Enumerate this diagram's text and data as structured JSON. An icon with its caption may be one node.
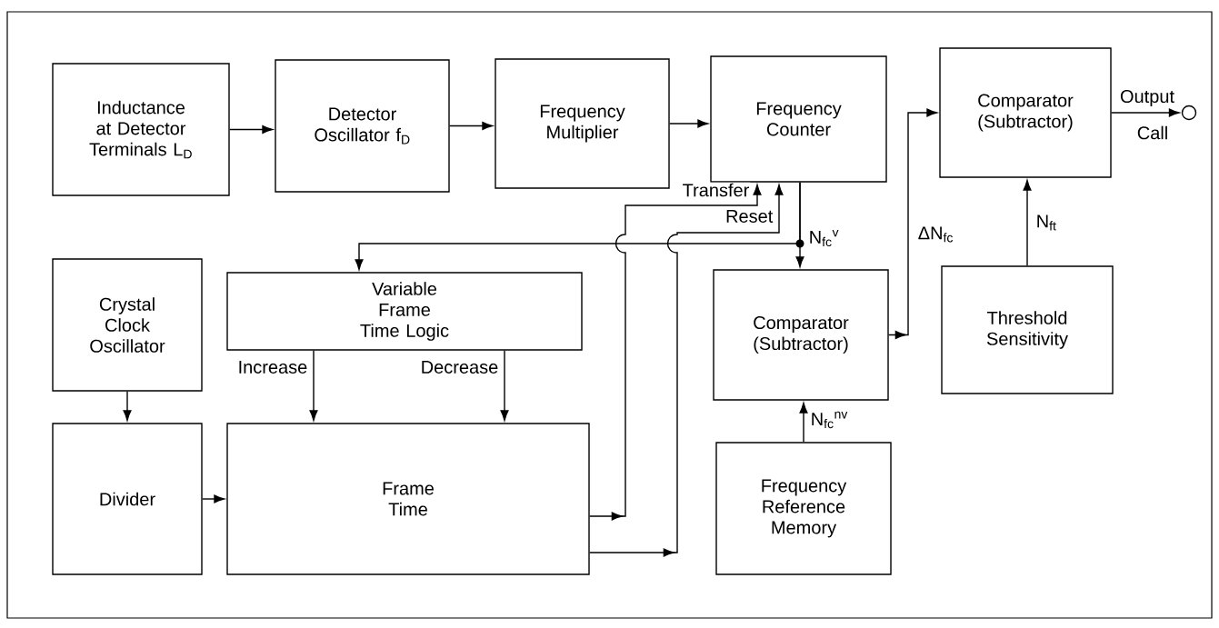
{
  "diagram": {
    "nodes": [
      {
        "text": [
          "Inductance at Detector Terminals L$_{D}$"
        ]
      },
      {
        "text": [
          "Detector Oscillator f$_{D}$"
        ]
      },
      {
        "text": [
          "Frequency Multiplier"
        ]
      },
      {
        "text": [
          "Frequency Counter"
        ]
      },
      {
        "text": [
          "Comparator (Subtractor)"
        ]
      },
      {
        "text": [
          "Crystal Clock Oscillator"
        ]
      },
      {
        "text": [
          "Variable Frame Time Logic"
        ]
      },
      {
        "text": [
          "Comparator (Subtractor)"
        ]
      },
      {
        "text": [
          "Threshold Sensitivity"
        ]
      },
      {
        "text": [
          "Divider"
        ]
      },
      {
        "text": [
          "Frame Time"
        ]
      },
      {
        "text": [
          "Frequency Reference Memory"
        ]
      },
      {
        "text": [],
        "shape": "circle"
      }
    ],
    "edges": [
      {
        "from": 0,
        "to": 1,
        "arrow": "to"
      },
      {
        "from": 1,
        "to": 2,
        "arrow": "to"
      },
      {
        "from": 2,
        "to": 3,
        "arrow": "to"
      },
      {
        "from": 3,
        "to": 7,
        "arrow": "to",
        "label": "N$_{fc}$$^{v}$"
      },
      {
        "from": 3,
        "to": 6,
        "arrow": "to"
      },
      {
        "from": 7,
        "to": 4,
        "arrow": "to",
        "label": "ΔN$_{fc}$"
      },
      {
        "from": 8,
        "to": 4,
        "arrow": "to",
        "label": "N$_{ft}$"
      },
      {
        "from": 11,
        "to": 7,
        "arrow": "to",
        "label": "N$_{fc}$$^{nv}$"
      },
      {
        "from": 4,
        "to": 12,
        "arrow": "to",
        "label": "Output"
      },
      {
        "from": 5,
        "to": 9,
        "arrow": "to"
      },
      {
        "from": 9,
        "to": 10,
        "arrow": "to"
      },
      {
        "from": 6,
        "to": 10,
        "arrow": "to",
        "label": "Increase"
      },
      {
        "from": 6,
        "to": 10,
        "arrow": "to",
        "label": "Decrease"
      },
      {
        "from": 10,
        "to": 3,
        "arrow": "to",
        "label": "Transfer"
      },
      {
        "from": 10,
        "to": 3,
        "arrow": "to",
        "label": "Reset"
      }
    ],
    "labels": [
      "Call"
    ]
  }
}
